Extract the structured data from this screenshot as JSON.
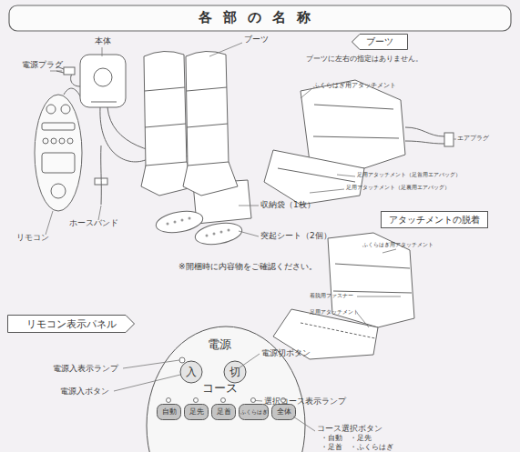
{
  "diagram": {
    "title": "各部の名称",
    "nodes": [
      {
        "text": [
          "ブーツ"
        ]
      },
      {
        "text": [
          "アタッチメントの脱着"
        ]
      },
      {
        "text": [
          "リモコン表示パネル"
        ]
      },
      {
        "text": [
          "電源",
          "コース"
        ]
      },
      {
        "text": [
          "入"
        ],
        "in": 3
      },
      {
        "text": [
          "切"
        ],
        "in": 3
      },
      {
        "text": [
          "自動"
        ],
        "in": 3
      },
      {
        "text": [
          "足先"
        ],
        "in": 3
      },
      {
        "text": [
          "足首"
        ],
        "in": 3
      },
      {
        "text": [
          "ふくらはぎ"
        ],
        "in": 3
      },
      {
        "text": [
          "全体"
        ],
        "in": 3
      }
    ],
    "labels": [
      "本体",
      "電源プラグ",
      "ブーツ",
      "ホースバンド",
      "リモコン",
      "収納袋（1枚）",
      "突起シート（2個）",
      "※開梱時に内容物をご確認ください。",
      "ブーツに左右の指定はありません。",
      "ふくらはぎ用アタッチメント",
      "エアプラグ",
      "足用アタッチメント（足首用エアバッグ）",
      "足用アタッチメント（足裏用エアバッグ）",
      "ふくらはぎ用アタッチメント",
      "着脱用ファスナー",
      "足用アタッチメント",
      "電源入表示ランプ",
      "電源入ボタン",
      "電源切ボタン",
      "選択コース表示ランプ",
      "コース選択ボタン",
      "・自動　・足先",
      "・足首　・ふくらはぎ"
    ]
  }
}
